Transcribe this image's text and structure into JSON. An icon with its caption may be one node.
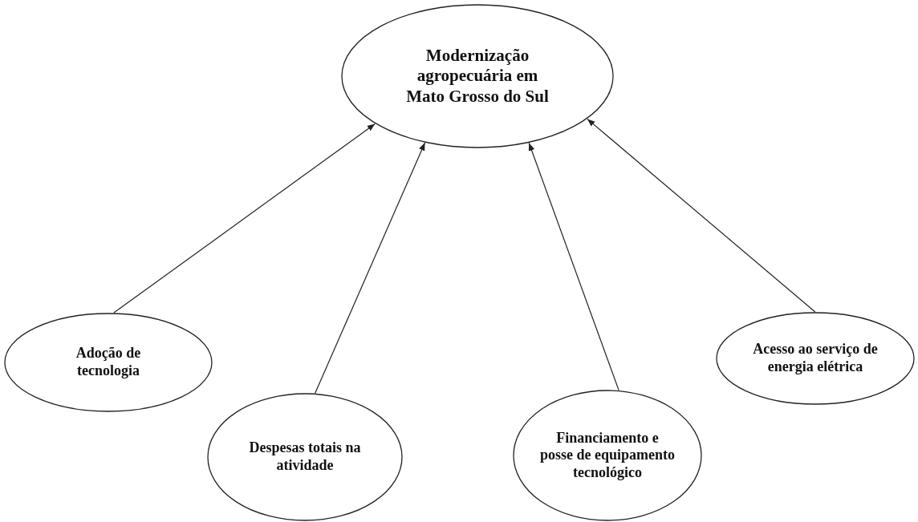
{
  "diagram": {
    "nodes": [
      {
        "text": [
          "Modernização agropecuária em Mato Grosso do Sul"
        ]
      },
      {
        "text": [
          "Adoção de tecnologia"
        ]
      },
      {
        "text": [
          "Despesas totais na atividade"
        ]
      },
      {
        "text": [
          "Financiamento e posse de equipamento tecnológico"
        ]
      },
      {
        "text": [
          "Acesso ao serviço de energia elétrica"
        ]
      }
    ],
    "edges": [
      {
        "from": 1,
        "to": 0,
        "arrow": "to"
      },
      {
        "from": 2,
        "to": 0,
        "arrow": "to"
      },
      {
        "from": 3,
        "to": 0,
        "arrow": "to"
      },
      {
        "from": 4,
        "to": 0,
        "arrow": "to"
      }
    ]
  }
}
